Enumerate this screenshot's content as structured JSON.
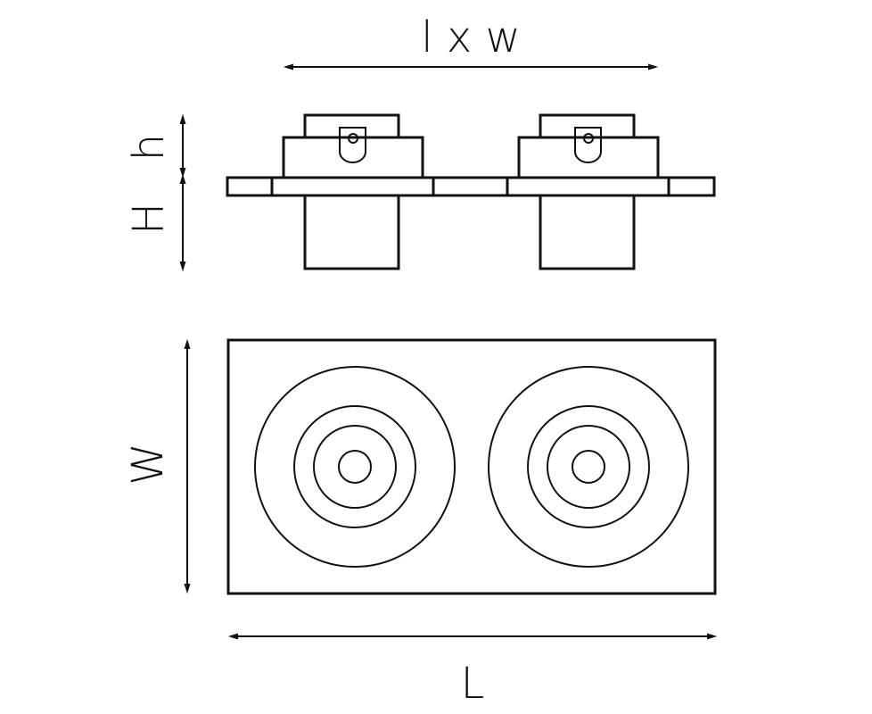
{
  "labels": {
    "top_dimension": "l x w",
    "small_height": "h",
    "total_height": "H",
    "width": "W",
    "length": "L"
  },
  "colors": {
    "line": "#111111",
    "background": "#ffffff"
  }
}
